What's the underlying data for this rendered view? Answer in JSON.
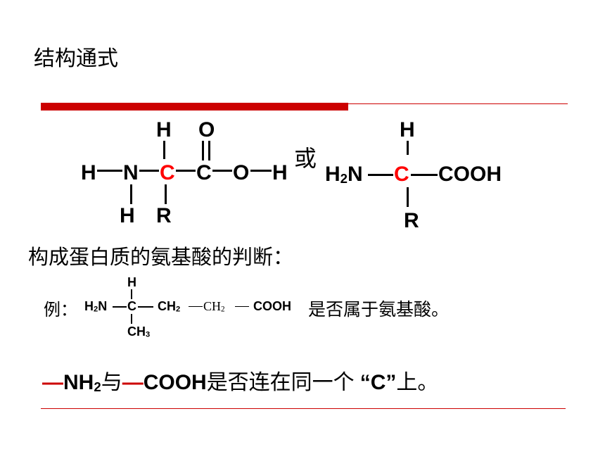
{
  "header": {
    "title": "结构通式",
    "accent_color": "#cc0000"
  },
  "formula_expanded": {
    "atoms": {
      "h_left": "H",
      "n": "N",
      "c_alpha": "C",
      "c_carboxyl": "C",
      "o_hydroxyl": "O",
      "h_hydroxyl": "H",
      "h_top": "H",
      "o_top": "O",
      "h_bottom": "H",
      "r_bottom": "R"
    }
  },
  "connector": "或",
  "formula_condensed": {
    "amino": "H",
    "amino_sub": "2",
    "amino_n": "N",
    "c_alpha": "C",
    "carboxyl": "COOH",
    "h_top": "H",
    "r_bottom": "R"
  },
  "section": {
    "title": "构成蛋白质的氨基酸的判断："
  },
  "example": {
    "label": "例：",
    "amino": "H",
    "amino_sub": "2",
    "amino_n": "N",
    "c_center": "C",
    "ch2_a": "CH",
    "ch2_a_sub": "2",
    "ch2_b": "CH",
    "ch2_b_sub": "2",
    "cooh": "COOH",
    "h_top": "H",
    "ch3": "CH",
    "ch3_sub": "3",
    "question": "是否属于氨基酸。"
  },
  "conclusion": {
    "dash": "—",
    "nh2": "NH",
    "nh2_sub": "2",
    "with": "与",
    "cooh": "COOH",
    "text": "是否连在同一个",
    "quote": "“C”",
    "end": "上。"
  }
}
